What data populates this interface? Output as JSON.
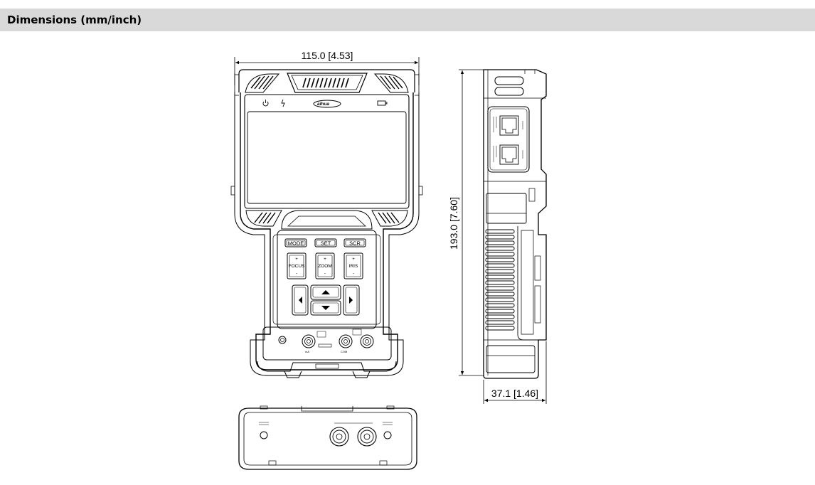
{
  "header": {
    "title": "Dimensions (mm/inch)"
  },
  "dimensions": {
    "width": "115.0 [4.53]",
    "height": "193.0 [7.60]",
    "depth": "37.1 [1.46]"
  },
  "front_view": {
    "buttons": {
      "mode": "MODE",
      "set": "SET",
      "scr": "SCR"
    },
    "lens_keys": {
      "focus": {
        "plus": "+",
        "label": "FOCUS",
        "minus": "-"
      },
      "zoom": {
        "plus": "+",
        "label": "ZOOM",
        "minus": "-"
      },
      "iris": {
        "plus": "+",
        "label": "IRIS",
        "minus": "-"
      }
    },
    "ports": {
      "ma": "mA",
      "com": "COM"
    }
  },
  "colors": {
    "header_bg": "#d9d9d9",
    "line": "#000000"
  },
  "icons": [
    "power-icon",
    "charge-icon",
    "brand-logo",
    "battery-icon",
    "arrow-up-icon",
    "arrow-down-icon",
    "arrow-left-icon",
    "arrow-right-icon"
  ]
}
